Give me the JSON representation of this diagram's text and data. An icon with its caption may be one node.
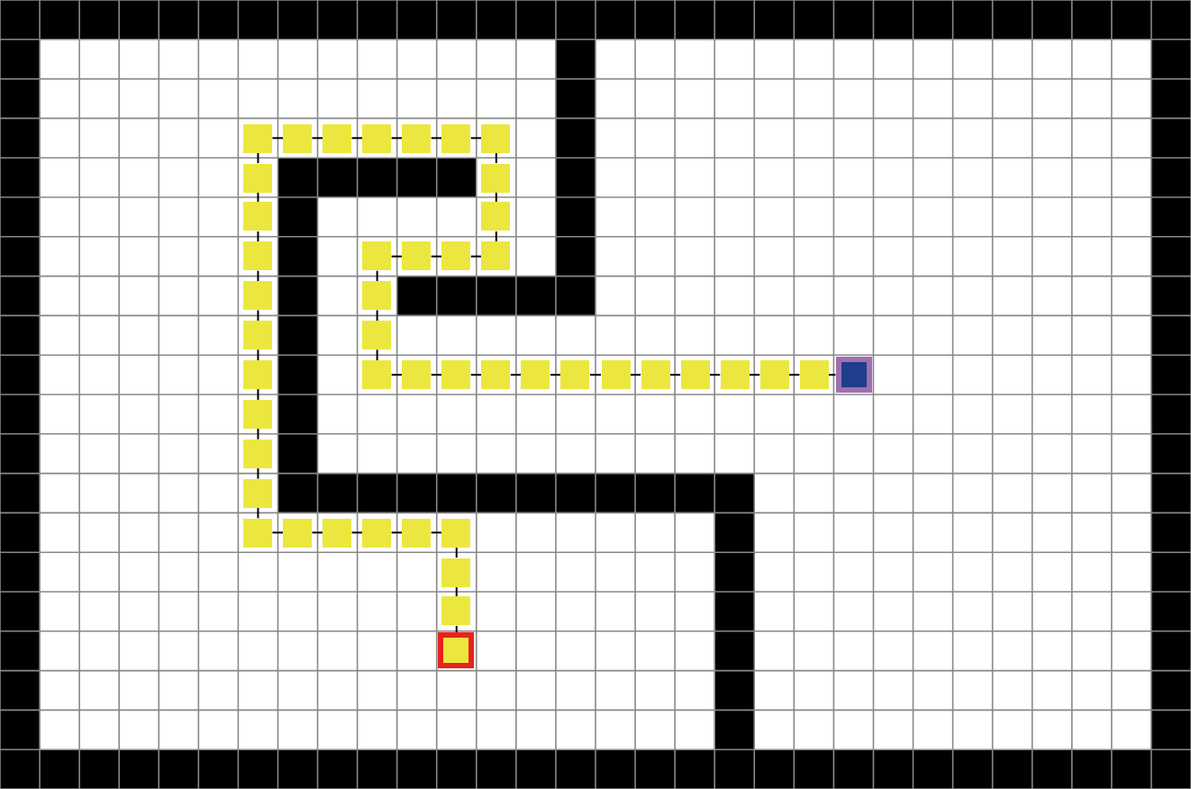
{
  "diagram": {
    "nodes": [
      {
        "text": [],
        "shape": "box"
      },
      {
        "text": [],
        "shape": "box"
      },
      {
        "text": [],
        "shape": "box"
      },
      {
        "text": [],
        "shape": "box"
      },
      {
        "text": [],
        "shape": "box"
      },
      {
        "text": [],
        "shape": "box"
      },
      {
        "text": [],
        "shape": "box"
      },
      {
        "text": [],
        "shape": "box"
      },
      {
        "text": [],
        "shape": "box"
      },
      {
        "text": [],
        "shape": "box"
      },
      {
        "text": [],
        "shape": "box"
      },
      {
        "text": [],
        "shape": "box"
      },
      {
        "text": [],
        "shape": "box"
      },
      {
        "text": [],
        "shape": "box"
      },
      {
        "text": [],
        "shape": "box"
      },
      {
        "text": [],
        "shape": "box"
      },
      {
        "text": [],
        "shape": "box"
      },
      {
        "text": [],
        "shape": "box"
      },
      {
        "text": [],
        "shape": "box"
      },
      {
        "text": [],
        "shape": "box"
      },
      {
        "text": [],
        "shape": "box"
      },
      {
        "text": [],
        "shape": "box"
      },
      {
        "text": [],
        "shape": "box"
      },
      {
        "text": [],
        "shape": "box"
      },
      {
        "text": [],
        "shape": "box"
      },
      {
        "text": [],
        "shape": "box"
      },
      {
        "text": [],
        "shape": "box"
      },
      {
        "text": [],
        "shape": "box"
      },
      {
        "text": [],
        "shape": "box"
      },
      {
        "text": [],
        "shape": "box"
      },
      {
        "text": [],
        "shape": "box"
      },
      {
        "text": [],
        "shape": "box"
      },
      {
        "text": [],
        "shape": "box"
      },
      {
        "text": [],
        "shape": "box"
      },
      {
        "text": [],
        "shape": "box"
      },
      {
        "text": [],
        "shape": "box"
      },
      {
        "text": [],
        "shape": "box"
      },
      {
        "text": [],
        "shape": "box"
      },
      {
        "text": [],
        "shape": "box"
      },
      {
        "text": [],
        "shape": "box"
      },
      {
        "text": [],
        "shape": "box"
      },
      {
        "text": [],
        "shape": "box"
      },
      {
        "text": [],
        "shape": "box"
      },
      {
        "text": [],
        "shape": "box"
      },
      {
        "text": [],
        "shape": "box"
      },
      {
        "text": [],
        "shape": "box"
      }
    ],
    "edges": [
      {
        "from": 0,
        "to": 1,
        "arrow": "none"
      },
      {
        "from": 1,
        "to": 2,
        "arrow": "none"
      },
      {
        "from": 2,
        "to": 3,
        "arrow": "none"
      },
      {
        "from": 3,
        "to": 4,
        "arrow": "none"
      },
      {
        "from": 4,
        "to": 5,
        "arrow": "none"
      },
      {
        "from": 5,
        "to": 6,
        "arrow": "none"
      },
      {
        "from": 6,
        "to": 7,
        "arrow": "none"
      },
      {
        "from": 7,
        "to": 8,
        "arrow": "none"
      },
      {
        "from": 8,
        "to": 9,
        "arrow": "none"
      },
      {
        "from": 9,
        "to": 10,
        "arrow": "none"
      },
      {
        "from": 10,
        "to": 11,
        "arrow": "none"
      },
      {
        "from": 11,
        "to": 12,
        "arrow": "none"
      },
      {
        "from": 12,
        "to": 13,
        "arrow": "none"
      },
      {
        "from": 13,
        "to": 14,
        "arrow": "none"
      },
      {
        "from": 14,
        "to": 15,
        "arrow": "none"
      },
      {
        "from": 15,
        "to": 16,
        "arrow": "none"
      },
      {
        "from": 16,
        "to": 17,
        "arrow": "none"
      },
      {
        "from": 17,
        "to": 18,
        "arrow": "none"
      },
      {
        "from": 18,
        "to": 19,
        "arrow": "none"
      },
      {
        "from": 19,
        "to": 20,
        "arrow": "none"
      },
      {
        "from": 20,
        "to": 21,
        "arrow": "none"
      },
      {
        "from": 21,
        "to": 22,
        "arrow": "none"
      },
      {
        "from": 22,
        "to": 23,
        "arrow": "none"
      },
      {
        "from": 23,
        "to": 24,
        "arrow": "none"
      },
      {
        "from": 24,
        "to": 25,
        "arrow": "none"
      },
      {
        "from": 25,
        "to": 26,
        "arrow": "none"
      },
      {
        "from": 26,
        "to": 27,
        "arrow": "none"
      },
      {
        "from": 27,
        "to": 28,
        "arrow": "none"
      },
      {
        "from": 28,
        "to": 29,
        "arrow": "none"
      },
      {
        "from": 29,
        "to": 30,
        "arrow": "none"
      },
      {
        "from": 30,
        "to": 31,
        "arrow": "none"
      },
      {
        "from": 31,
        "to": 32,
        "arrow": "none"
      },
      {
        "from": 32,
        "to": 33,
        "arrow": "none"
      },
      {
        "from": 33,
        "to": 34,
        "arrow": "none"
      },
      {
        "from": 34,
        "to": 35,
        "arrow": "none"
      },
      {
        "from": 35,
        "to": 36,
        "arrow": "none"
      },
      {
        "from": 36,
        "to": 37,
        "arrow": "none"
      },
      {
        "from": 37,
        "to": 38,
        "arrow": "none"
      },
      {
        "from": 38,
        "to": 39,
        "arrow": "none"
      },
      {
        "from": 39,
        "to": 40,
        "arrow": "none"
      },
      {
        "from": 40,
        "to": 41,
        "arrow": "none"
      },
      {
        "from": 41,
        "to": 42,
        "arrow": "none"
      },
      {
        "from": 42,
        "to": 43,
        "arrow": "none"
      },
      {
        "from": 43,
        "to": 44,
        "arrow": "none"
      },
      {
        "from": 44,
        "to": 45,
        "arrow": "none"
      }
    ]
  }
}
